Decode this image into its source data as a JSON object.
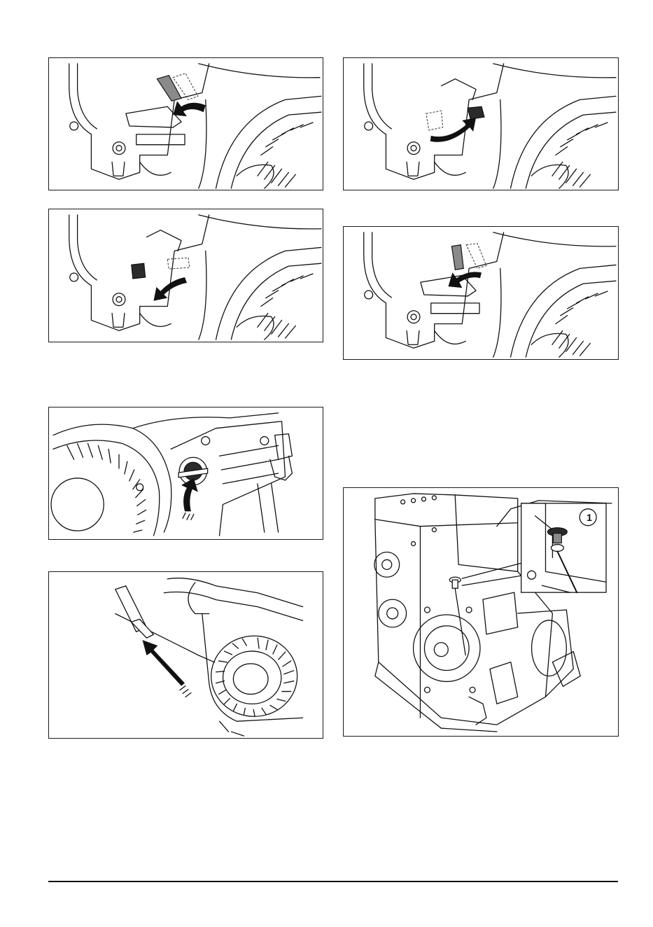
{
  "figures": [
    {
      "id": "fig1",
      "icon": "choke-lever-closed-illustration"
    },
    {
      "id": "fig2",
      "icon": "fuel-valve-open-illustration"
    },
    {
      "id": "fig3",
      "icon": "throttle-lever-illustration"
    },
    {
      "id": "fig4",
      "icon": "choke-lever-open-illustration"
    },
    {
      "id": "fig5",
      "icon": "engine-switch-on-illustration"
    },
    {
      "id": "fig6",
      "icon": "starter-grip-pull-illustration"
    },
    {
      "id": "fig7",
      "icon": "engine-oil-dipstick-illustration",
      "callout": "1"
    }
  ]
}
